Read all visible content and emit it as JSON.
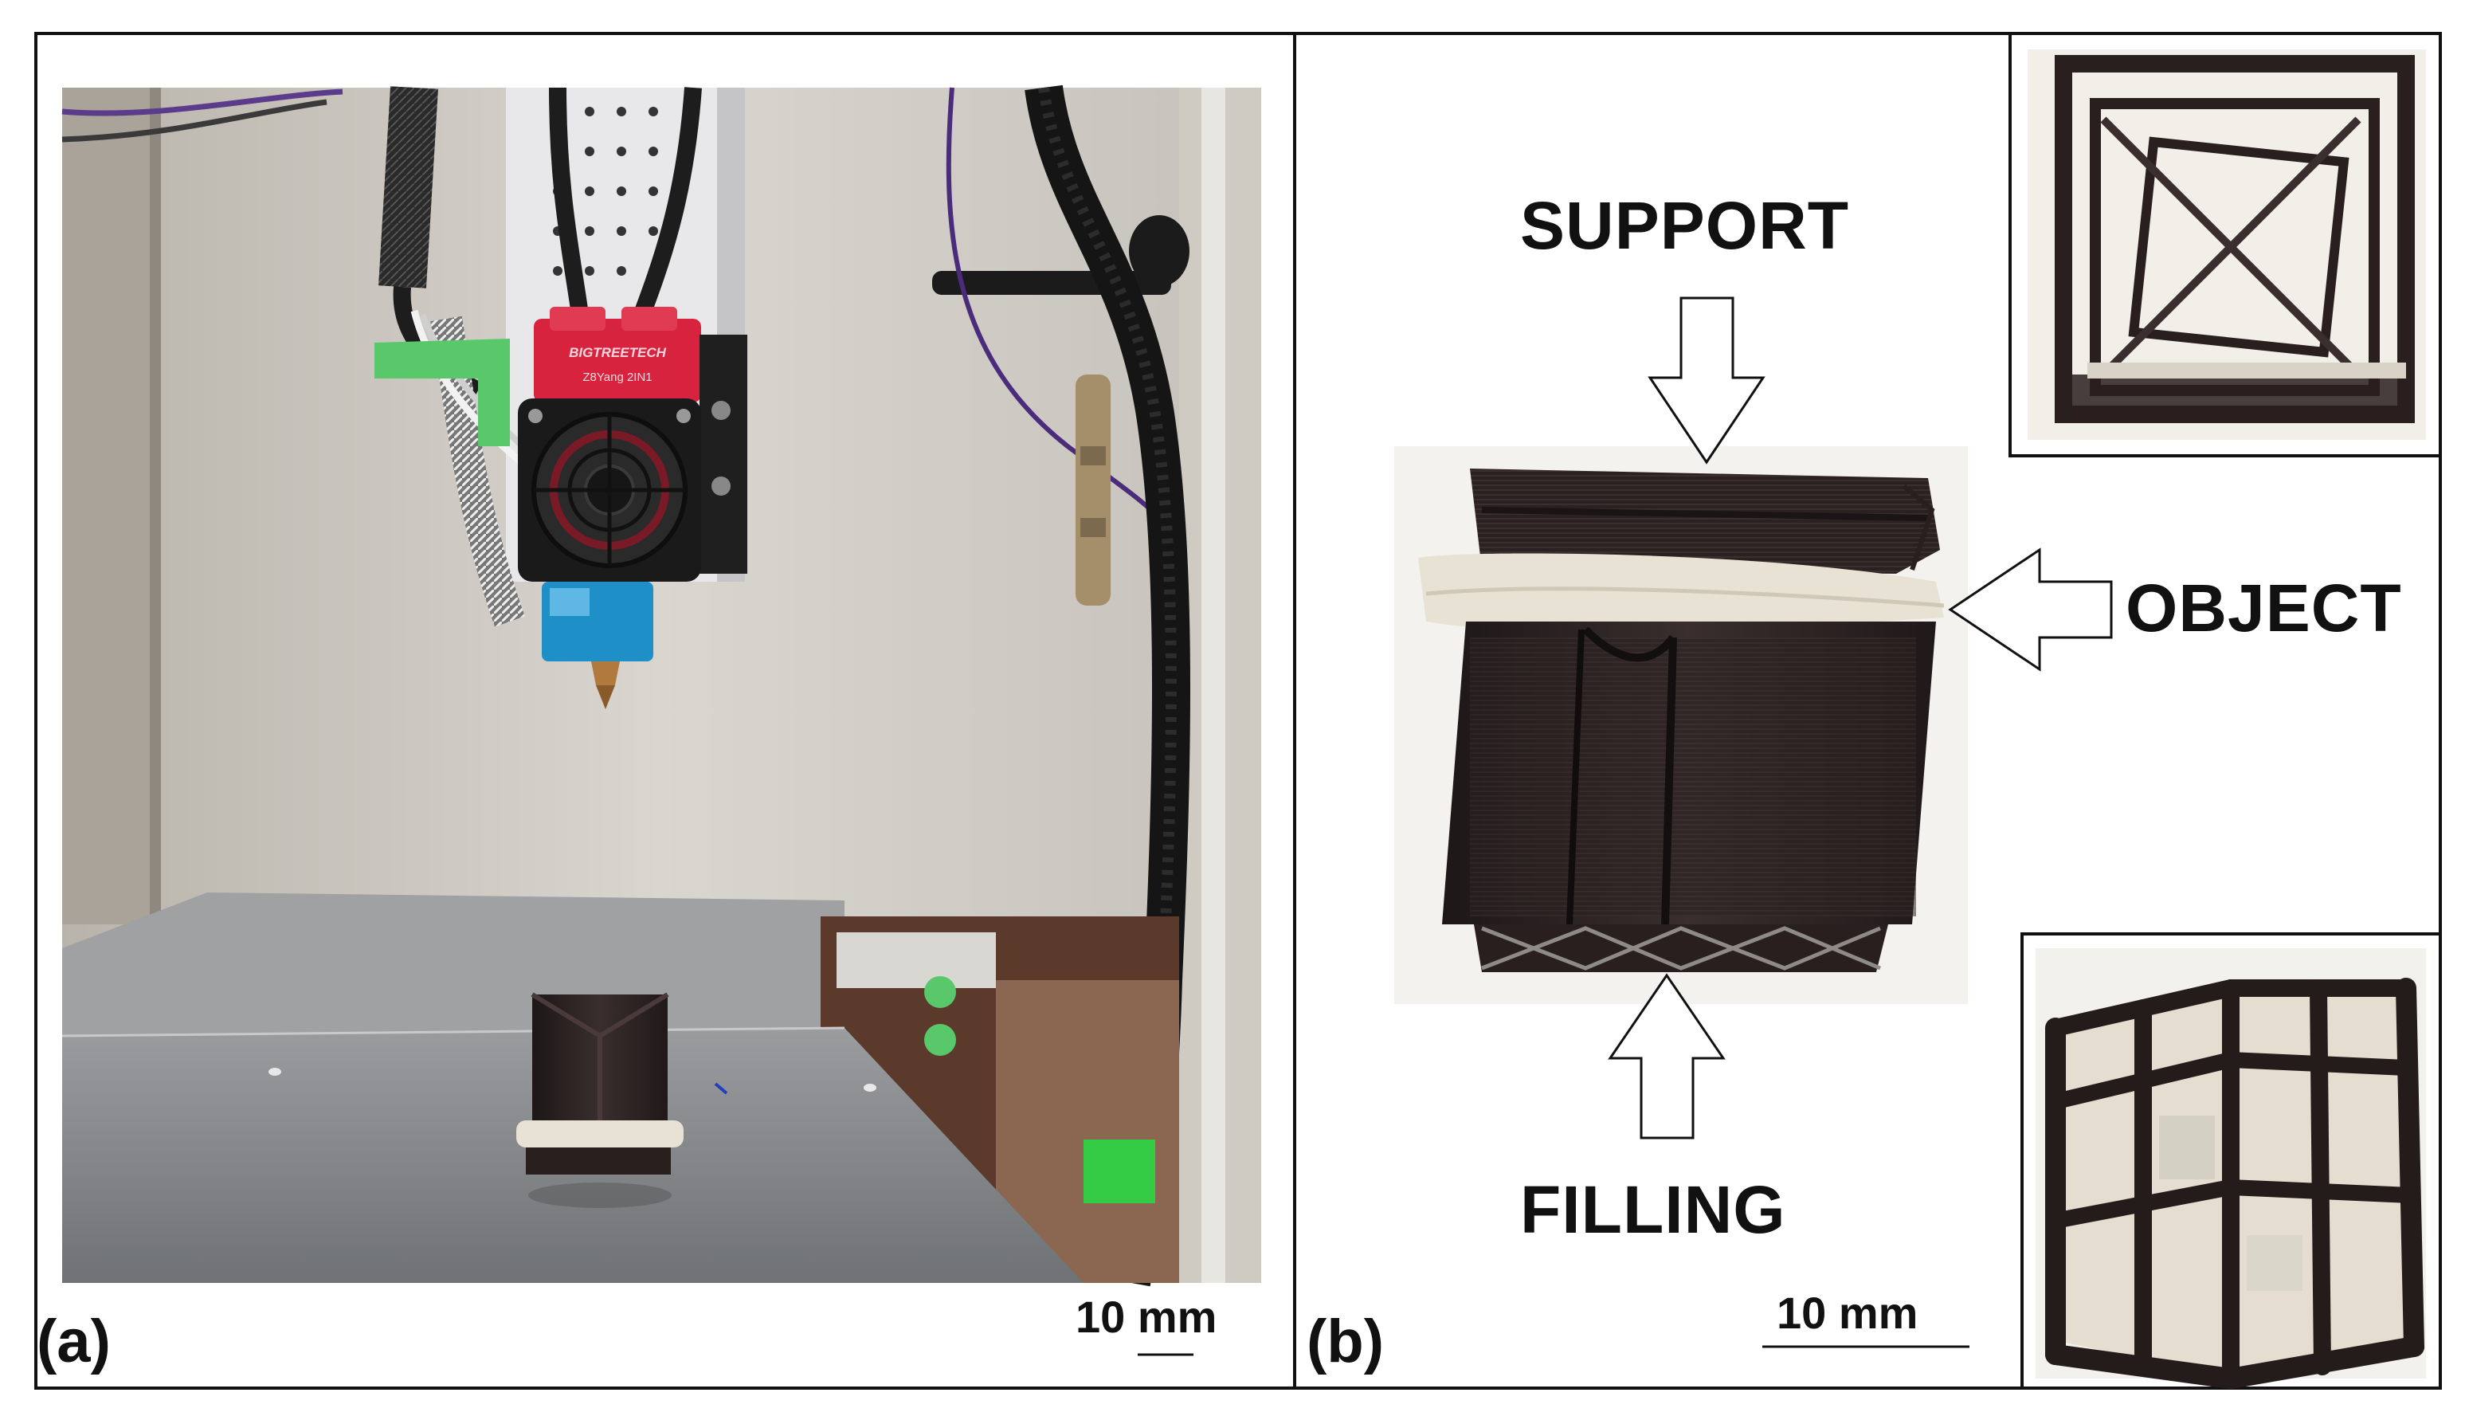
{
  "panels": {
    "a": {
      "label": "(a)",
      "scale_label": "10 mm"
    },
    "b": {
      "label": "(b)",
      "scale_label": "10 mm",
      "callouts": {
        "support": "SUPPORT",
        "object": "OBJECT",
        "filling": "FILLING"
      }
    }
  },
  "photo": {
    "extruder_brand": "BIGTREETECH",
    "extruder_model": "Z8Yang 2IN1"
  },
  "colors": {
    "frame": "#111111",
    "printed_part": "#2a1f1f",
    "support_layer": "#e7e2d4",
    "nozzle_blue": "#1f8fc8",
    "hotend_red": "#d8233f",
    "bed": "#8a8d90"
  }
}
